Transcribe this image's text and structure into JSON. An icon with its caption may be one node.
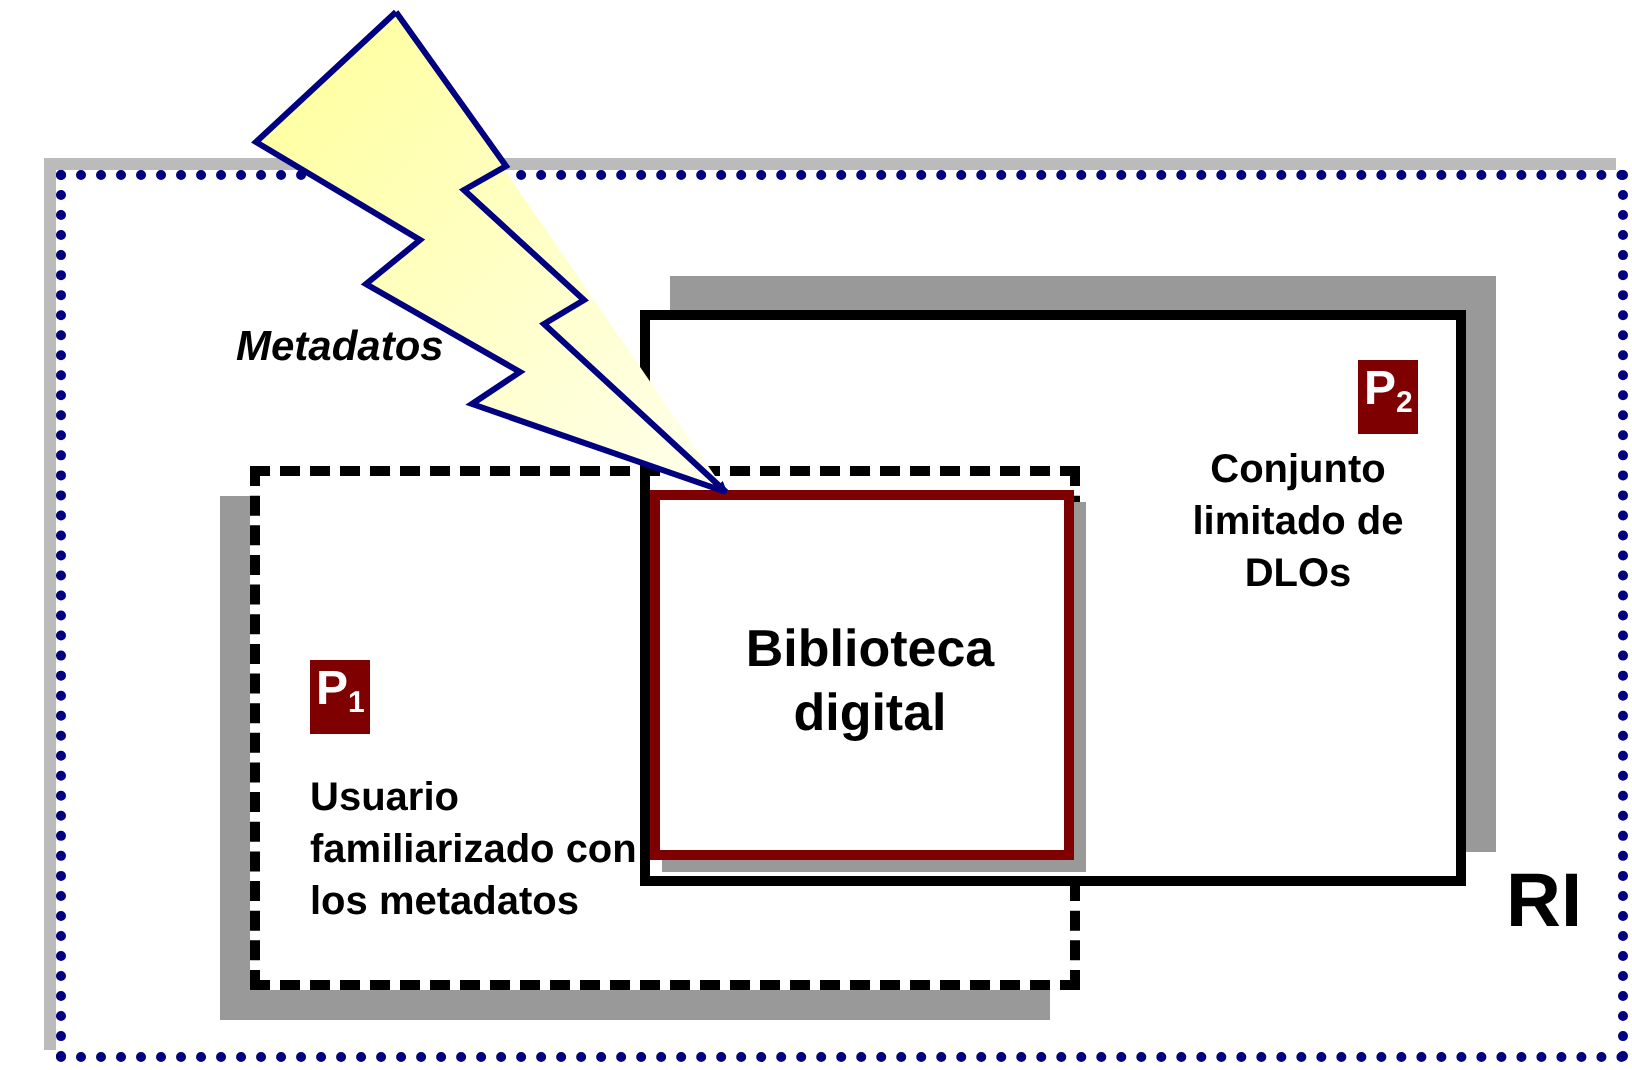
{
  "diagram": {
    "nodes": [
      {
        "text": [
          "RI"
        ]
      },
      {
        "text": [
          "P$_{1}$",
          "Usuario familiarizado con los metadatos"
        ],
        "in": 0
      },
      {
        "text": [
          "P$_{2}$",
          "Conjunto limitado de DLOs"
        ],
        "in": 0
      },
      {
        "text": [
          "Biblioteca digital"
        ]
      }
    ],
    "edges": [
      {
        "from": null,
        "to": 3,
        "arrow": "to",
        "label": "Metadatos"
      }
    ]
  }
}
